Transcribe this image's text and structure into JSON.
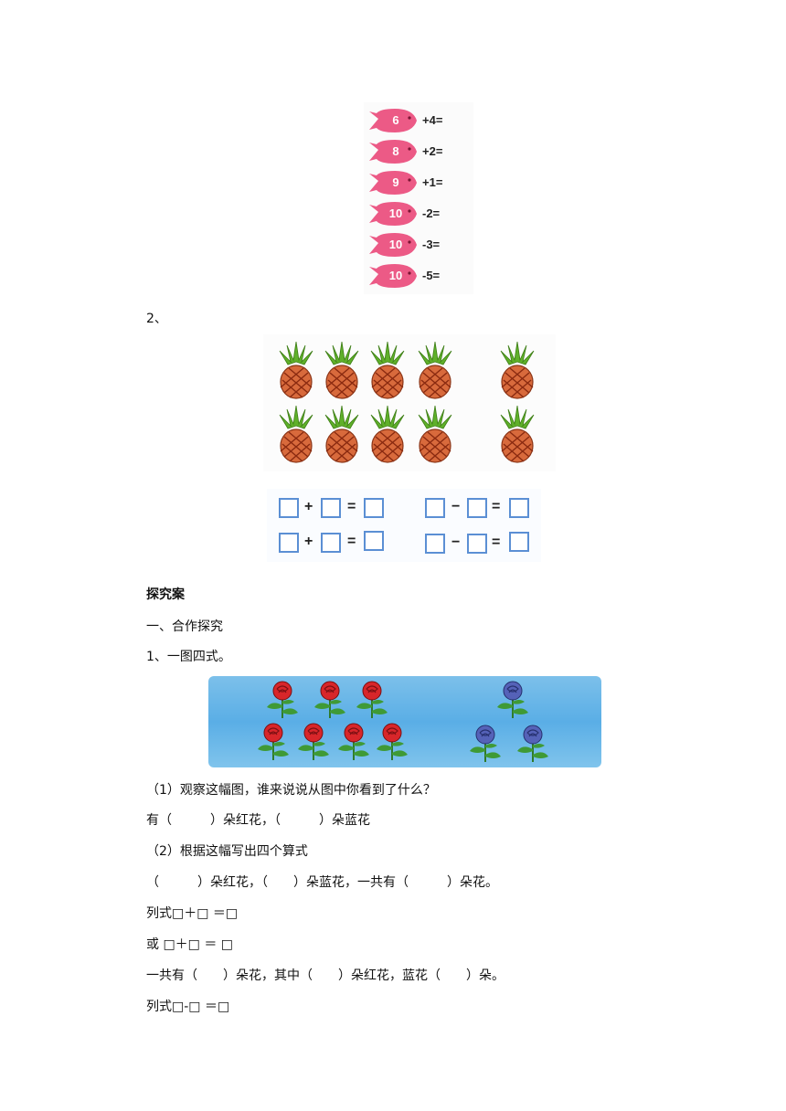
{
  "fish_exercises": [
    {
      "number": "6",
      "expression": "+4="
    },
    {
      "number": "8",
      "expression": "+2="
    },
    {
      "number": "9",
      "expression": "+1="
    },
    {
      "number": "10",
      "expression": "-2="
    },
    {
      "number": "10",
      "expression": "-3="
    },
    {
      "number": "10",
      "expression": "-5="
    }
  ],
  "section2_label": "2、",
  "pineapple_figure": {
    "left_group_count": 8,
    "right_group_count": 2
  },
  "equation_boxes": {
    "plus_sign": "+",
    "minus_sign": "−",
    "equals_sign": "="
  },
  "heading": "探究案",
  "subheading": "一、合作探究",
  "item1": "1、一图四式。",
  "flower_figure": {
    "red_count": 7,
    "blue_count": 3
  },
  "lines": {
    "q1": "（1）观察这幅图，谁来说说从图中你看到了什么？",
    "q1_blank": "有（　　　）朵红花，（　　　）朵蓝花",
    "q2": "（2）根据这幅写出四个算式",
    "q2_blank": "（　　　）朵红花，（　　）朵蓝花，一共有（　　　）朵花。",
    "eq1": "列式□＋□ ＝□",
    "eq2": "或 □＋□ ＝ □",
    "q3_blank": "一共有（　　）朵花，其中（　　）朵红花，蓝花（　　）朵。",
    "eq3": "列式□-□ ＝□"
  }
}
